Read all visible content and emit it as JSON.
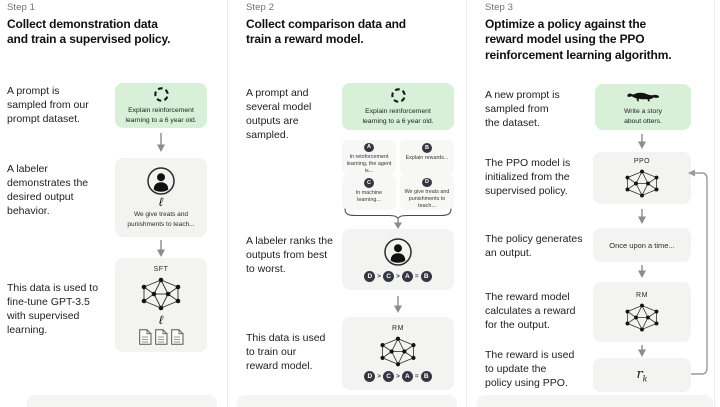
{
  "colors": {
    "background": "#ffffff",
    "prompt_box_green": "#d7f0d7",
    "model_box_gray": "#f3f3f1",
    "output_chip_gray": "#f7f7f5",
    "letter_badge": "#353740",
    "text_dark": "#202123",
    "step_label_gray": "#6e6e80",
    "divider": "#ebebeb",
    "arrow_gray": "#8b8b92"
  },
  "glyphs": {
    "quill": "ℓ"
  },
  "steps": [
    {
      "label": "Step 1",
      "heading_lines": [
        "Collect demonstration data",
        "and train a supervised policy."
      ],
      "annotations": {
        "prompt": [
          "A prompt is",
          "sampled from our",
          "prompt dataset."
        ],
        "labeler": [
          "A labeler",
          "demonstrates the",
          "desired output",
          "behavior."
        ],
        "finetune": [
          "This data is used to",
          "fine-tune GPT-3.5",
          "with supervised",
          "learning."
        ]
      },
      "prompt_lines": [
        "Explain reinforcement",
        "learning to a 6 year old."
      ],
      "labeler_output_lines": [
        "We give treats and",
        "punishments to teach..."
      ],
      "model_label": "SFT"
    },
    {
      "label": "Step 2",
      "heading_lines": [
        "Collect comparison data and",
        "train a reward model."
      ],
      "annotations": {
        "prompt": [
          "A prompt and",
          "several model",
          "outputs are",
          "sampled."
        ],
        "labeler": [
          "A labeler ranks the",
          "outputs from best",
          "to worst."
        ],
        "train": [
          "This data is used",
          "to train our",
          "reward model."
        ]
      },
      "prompt_lines": [
        "Explain reinforcement",
        "learning to a 6 year old."
      ],
      "outputs": [
        {
          "letter": "A",
          "text": "In reinforcement learning, the agent is..."
        },
        {
          "letter": "B",
          "text": "Explain rewards..."
        },
        {
          "letter": "C",
          "text": "In machine learning..."
        },
        {
          "letter": "D",
          "text": "We give treats and punishments to teach..."
        }
      ],
      "ranking": [
        "D",
        ">",
        "C",
        ">",
        "A",
        "=",
        "B"
      ],
      "model_label": "RM"
    },
    {
      "label": "Step 3",
      "heading_lines": [
        "Optimize a policy against the",
        "reward model using the PPO",
        "reinforcement learning algorithm."
      ],
      "annotations": {
        "prompt": [
          "A new prompt is",
          "sampled from",
          "the dataset."
        ],
        "init": [
          "The PPO model is",
          "initialized from the",
          "supervised policy."
        ],
        "output": [
          "The policy generates",
          "an output."
        ],
        "reward": [
          "The reward model",
          "calculates a reward",
          "for the output."
        ],
        "update": [
          "The reward is used",
          "to update the",
          "policy using PPO."
        ]
      },
      "prompt_lines": [
        "Write a story",
        "about otters."
      ],
      "ppo_label": "PPO",
      "output_text": "Once upon a time...",
      "rm_label": "RM",
      "reward_symbol": "r",
      "reward_subscript": "k"
    }
  ]
}
